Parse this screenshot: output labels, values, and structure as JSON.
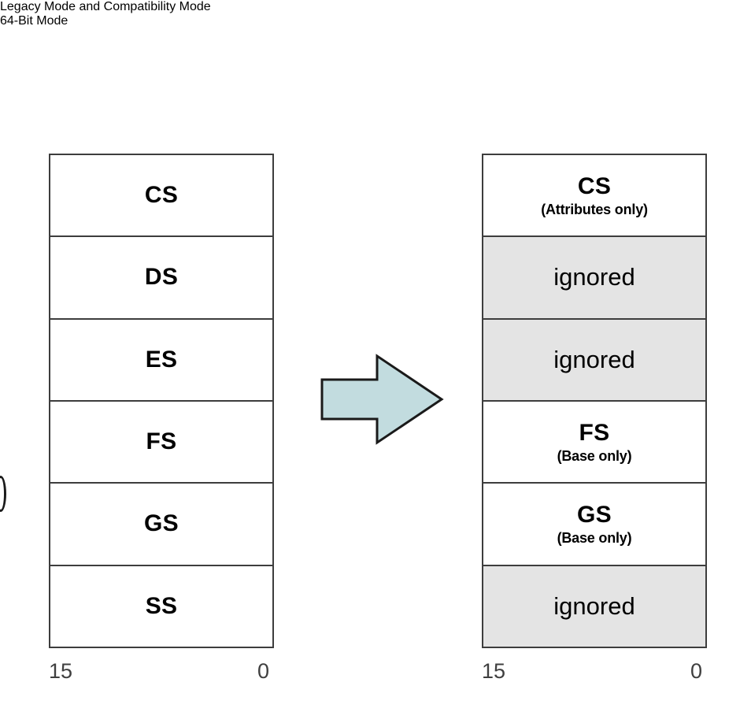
{
  "figure": {
    "left_column": {
      "title": "Legacy Mode and\nCompatibility Mode",
      "rows": [
        {
          "name": "CS",
          "note": "",
          "shaded": false
        },
        {
          "name": "DS",
          "note": "",
          "shaded": false
        },
        {
          "name": "ES",
          "note": "",
          "shaded": false
        },
        {
          "name": "FS",
          "note": "",
          "shaded": false
        },
        {
          "name": "GS",
          "note": "",
          "shaded": false
        },
        {
          "name": "SS",
          "note": "",
          "shaded": false
        }
      ],
      "bit_high": "15",
      "bit_low": "0"
    },
    "right_column": {
      "title": "64-Bit\nMode",
      "rows": [
        {
          "name": "CS",
          "note": "(Attributes only)",
          "shaded": false
        },
        {
          "name": "ignored",
          "note": "",
          "shaded": true
        },
        {
          "name": "ignored",
          "note": "",
          "shaded": true
        },
        {
          "name": "FS",
          "note": "(Base only)",
          "shaded": false
        },
        {
          "name": "GS",
          "note": "(Base only)",
          "shaded": false
        },
        {
          "name": "ignored",
          "note": "",
          "shaded": true
        }
      ],
      "bit_high": "15",
      "bit_low": "0"
    },
    "arrow": {
      "icon": "right-arrow-icon",
      "direction": "right",
      "fill": "#c2dcdf",
      "stroke": "#1a1a1a"
    },
    "colors": {
      "box_border": "#3d3d3d",
      "shaded_row": "#e4e4e4",
      "shadow": "#000000",
      "bit_label": "#3f3f3f",
      "text": "#000000",
      "background": "#ffffff"
    }
  }
}
